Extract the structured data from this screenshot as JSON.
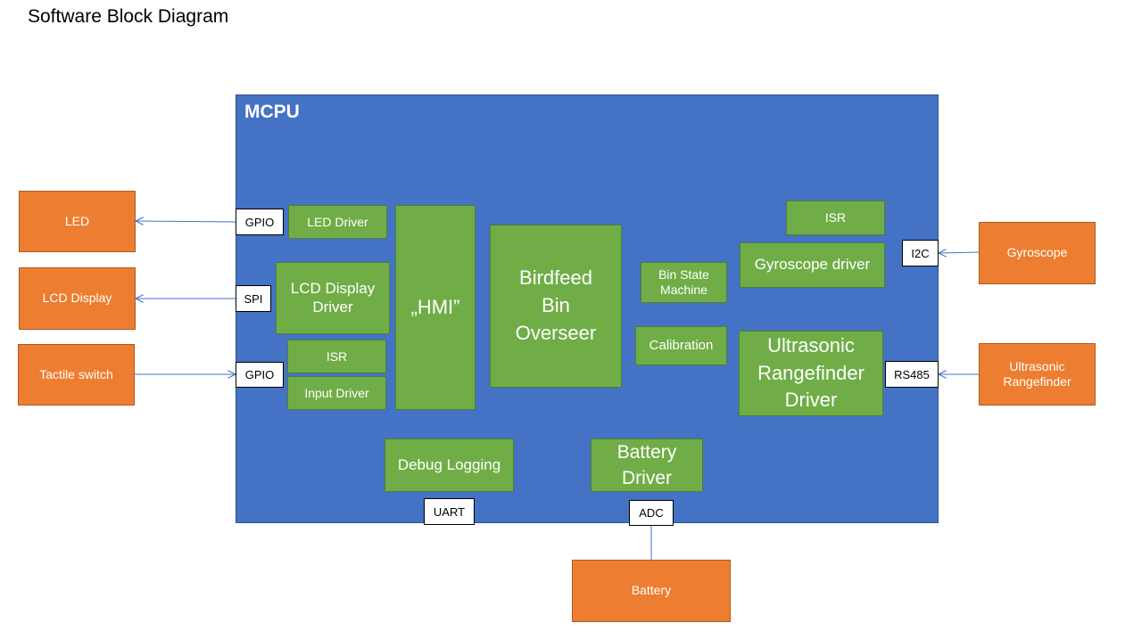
{
  "title": "Software Block Diagram",
  "mcpu": {
    "label": "MCPU"
  },
  "modules": {
    "led_driver": "LED Driver",
    "lcd_driver": "LCD Display\nDriver",
    "isr_left": "ISR",
    "input_driver": "Input Driver",
    "hmi": "„HMI”",
    "overseer": "Birdfeed\nBin\nOverseer",
    "bin_state_machine": "Bin State\nMachine",
    "calibration": "Calibration",
    "isr_right": "ISR",
    "gyroscope_driver": "Gyroscope driver",
    "ultrasonic_driver": "Ultrasonic\nRangefinder\nDriver",
    "debug_logging": "Debug Logging",
    "battery_driver": "Battery\nDriver"
  },
  "ports": {
    "gpio_led": "GPIO",
    "spi": "SPI",
    "gpio_switch": "GPIO",
    "i2c": "I2C",
    "rs485": "RS485",
    "uart": "UART",
    "adc": "ADC"
  },
  "external": {
    "led": "LED",
    "lcd_display": "LCD Display",
    "tactile_switch": "Tactile switch",
    "gyroscope": "Gyroscope",
    "ultrasonic_rangefinder": "Ultrasonic\nRangefinder",
    "battery": "Battery"
  },
  "colors": {
    "mcpu": "#4472c4",
    "module": "#70ad47",
    "external": "#ed7d31",
    "wire": "#4472c4"
  }
}
